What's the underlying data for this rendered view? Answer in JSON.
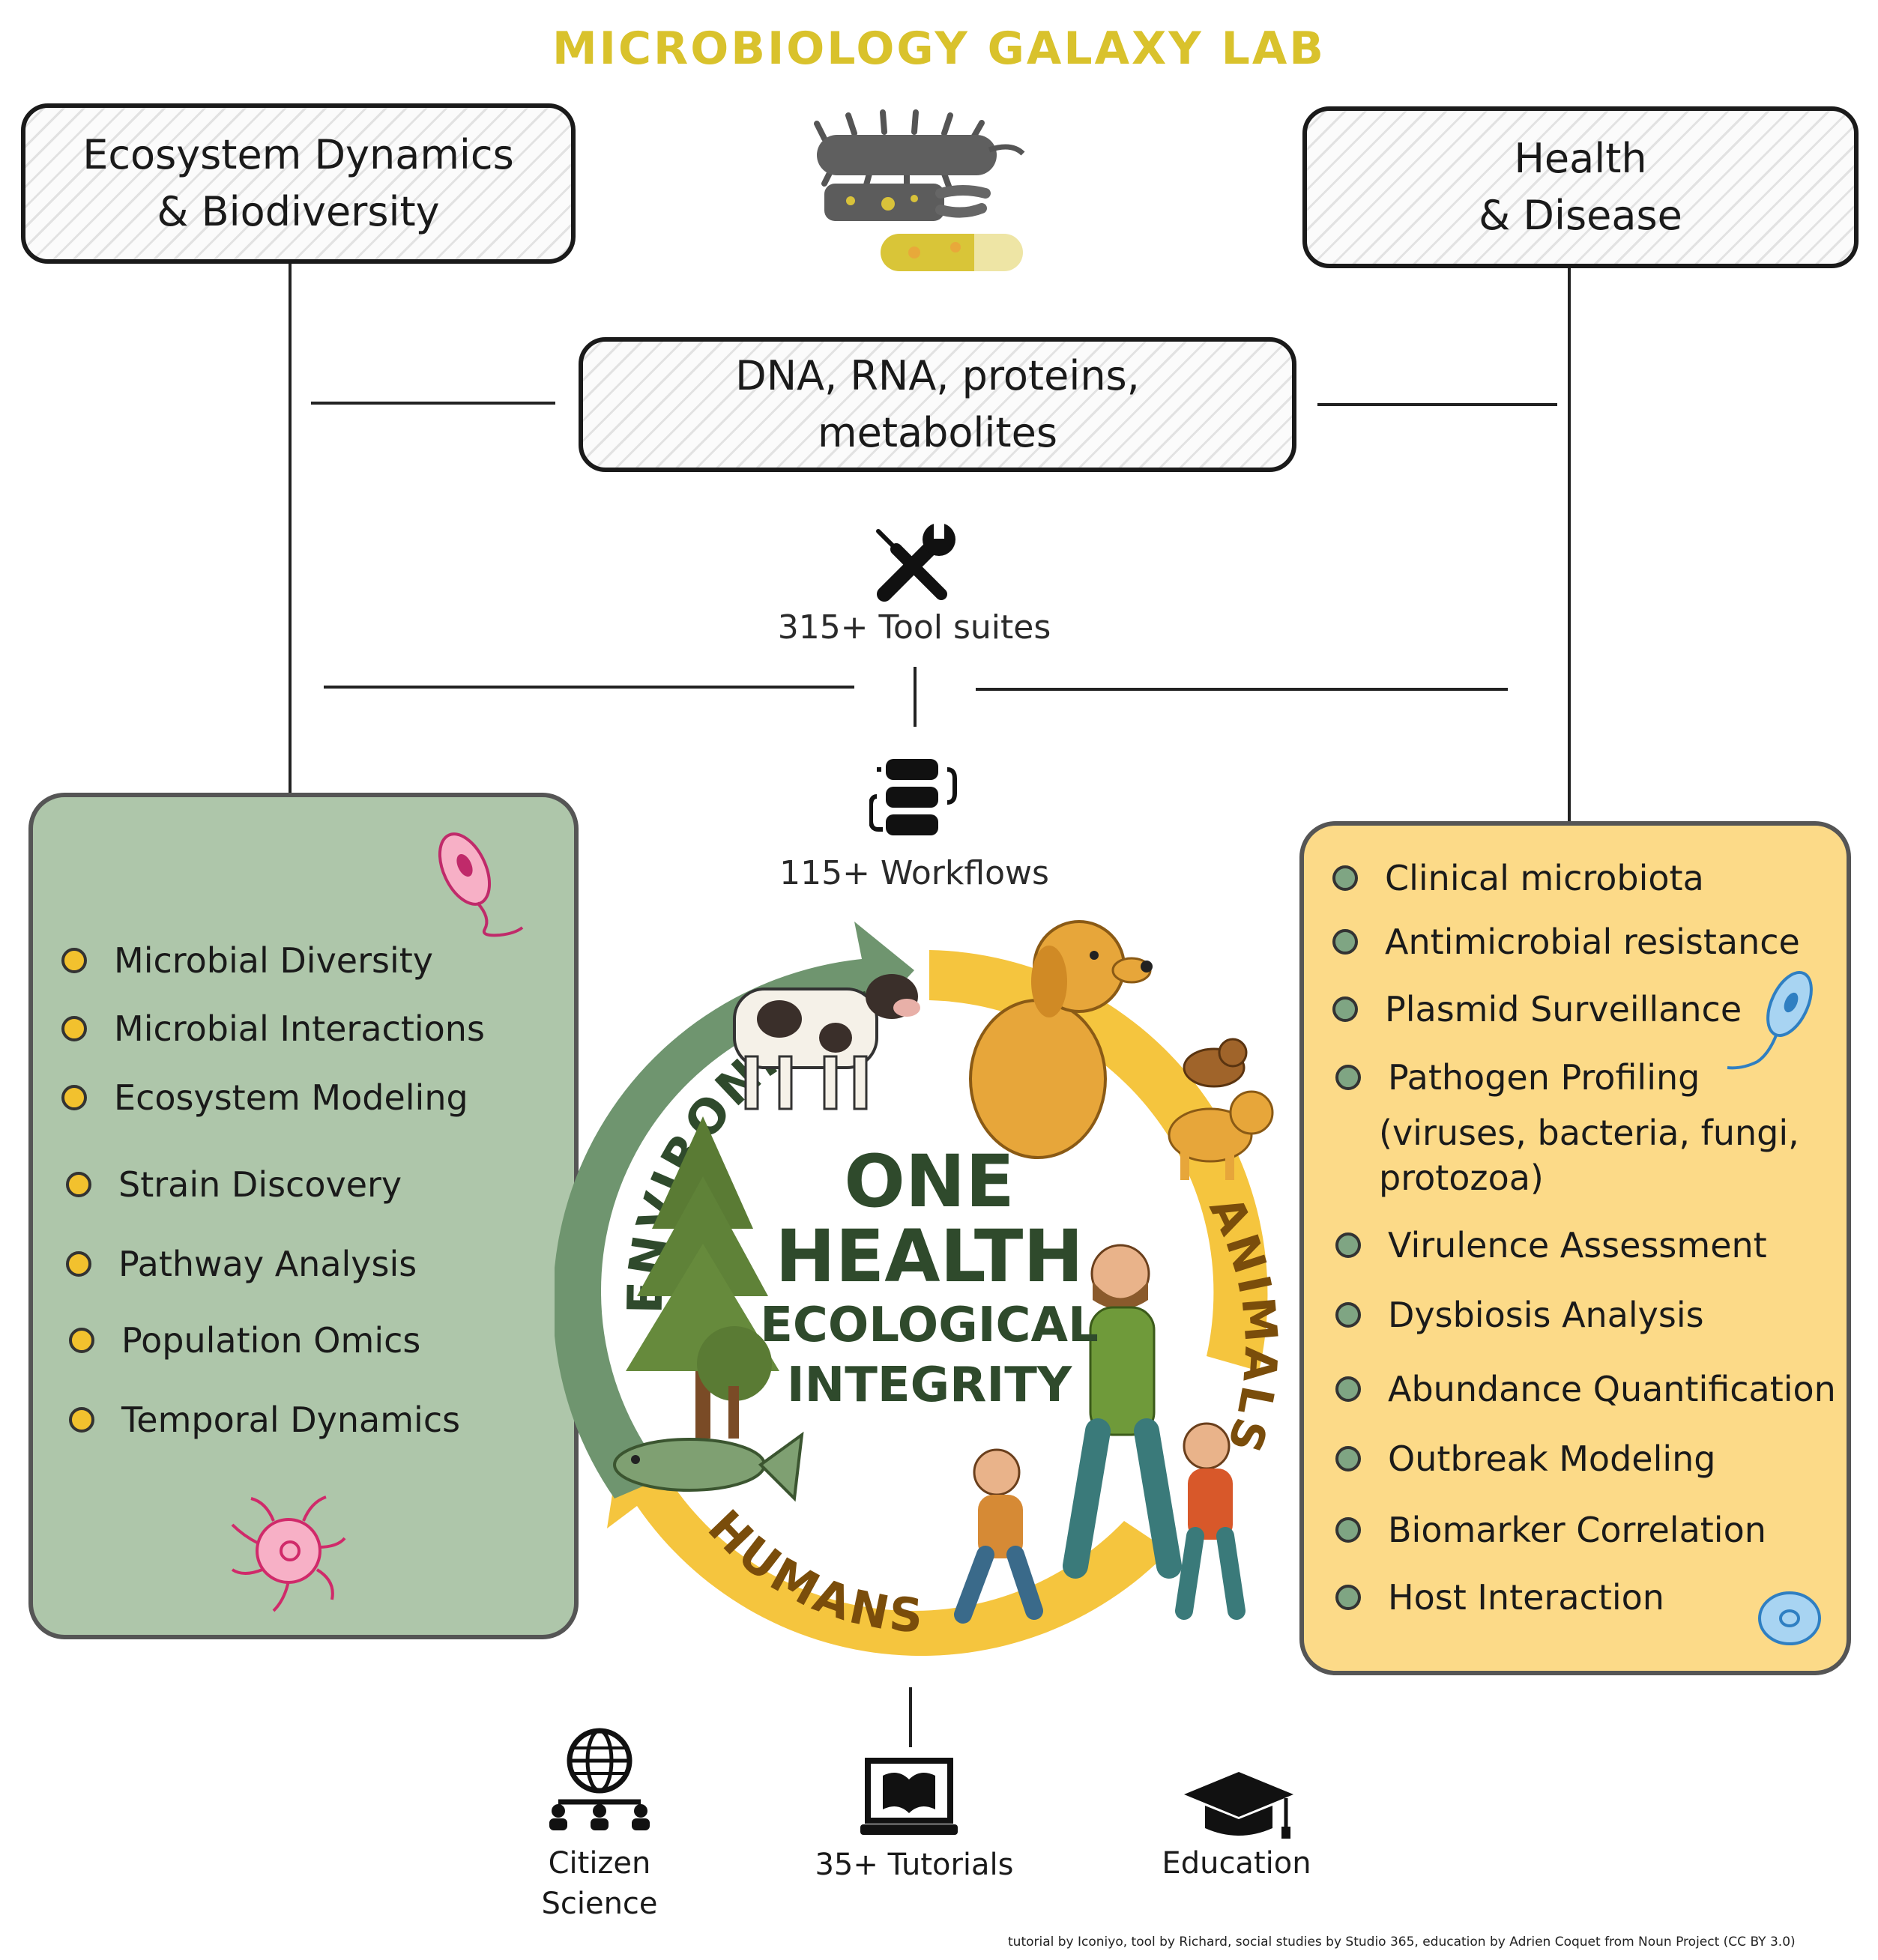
{
  "title": "MICROBIOLOGY GALAXY LAB",
  "box_left": {
    "line1": "Ecosystem Dynamics",
    "line2": "& Biodiversity"
  },
  "box_right": {
    "line1": "Health",
    "line2": "& Disease"
  },
  "box_center": {
    "line1": "DNA, RNA, proteins,",
    "line2": "metabolites"
  },
  "tools_label": "315+ Tool suites",
  "workflows_label": "115+ Workflows",
  "left_items": [
    "Microbial Diversity",
    "Microbial Interactions",
    "Ecosystem Modeling",
    "Strain Discovery",
    "Pathway Analysis",
    "Population Omics",
    "Temporal Dynamics"
  ],
  "right_items": [
    "Clinical microbiota",
    "Antimicrobial resistance",
    "Plasmid Surveillance",
    "Pathogen Profiling",
    "Virulence Assessment",
    "Dysbiosis Analysis",
    "Abundance Quantification",
    "Outbreak Modeling",
    "Biomarker Correlation",
    "Host Interaction"
  ],
  "pathogen_sub": {
    "line1": "(viruses, bacteria, fungi,",
    "line2": "protozoa)"
  },
  "cycle": {
    "environment": "ENVIRONMENT",
    "animals": "ANIMALS",
    "humans": "HUMANS",
    "center_line1": "ONE",
    "center_line2": "HEALTH",
    "center_line3": "ECOLOGICAL",
    "center_line4": "INTEGRITY"
  },
  "bottom": {
    "citizen_line1": "Citizen",
    "citizen_line2": "Science",
    "tutorials": "35+ Tutorials",
    "education": "Education"
  },
  "credit": "tutorial by Iconiyo, tool by Richard, social studies by Studio 365, education by Adrien Coquet from Noun Project (CC BY 3.0)",
  "colors": {
    "title": "#d9c22c",
    "panel_left": "#aec6aa",
    "panel_right": "#fcda88",
    "environment_arrow": "#6f956f",
    "animals_arrow": "#f5c53e",
    "humans_arrow": "#f5c53e",
    "center_text": "#2f4a2c"
  },
  "icons": [
    "microbe-icon",
    "tools-icon",
    "workflow-icon",
    "citizen-science-icon",
    "tutorial-icon",
    "education-icon",
    "bacterium-icon",
    "cell-icon"
  ]
}
